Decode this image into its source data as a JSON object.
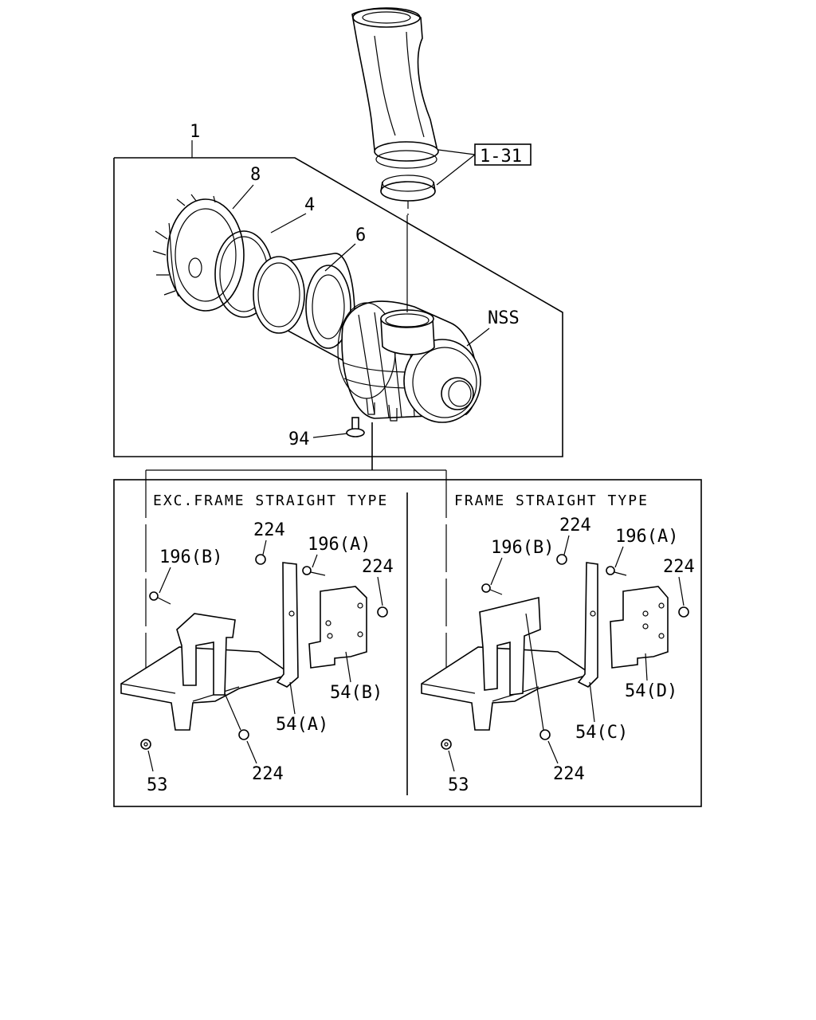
{
  "assembly": {
    "main_label": "1",
    "ref_label": "1-31",
    "nss_label": "NSS",
    "labels": {
      "cap": "8",
      "ring": "4",
      "element": "6",
      "valve": "94"
    }
  },
  "left_panel": {
    "header": "EXC.FRAME STRAIGHT TYPE",
    "labels": {
      "nut_top": "224",
      "bolt_a": "196(A)",
      "bolt_b": "196(B)",
      "nut_right": "224",
      "bracket_a": "54(A)",
      "bracket_b": "54(B)",
      "nut_bottom": "224",
      "washer": "53"
    }
  },
  "right_panel": {
    "header": "FRAME STRAIGHT TYPE",
    "labels": {
      "nut_top": "224",
      "bolt_a": "196(A)",
      "bolt_b": "196(B)",
      "nut_right": "224",
      "bracket_c": "54(C)",
      "bracket_d": "54(D)",
      "nut_bottom": "224",
      "washer": "53"
    }
  }
}
